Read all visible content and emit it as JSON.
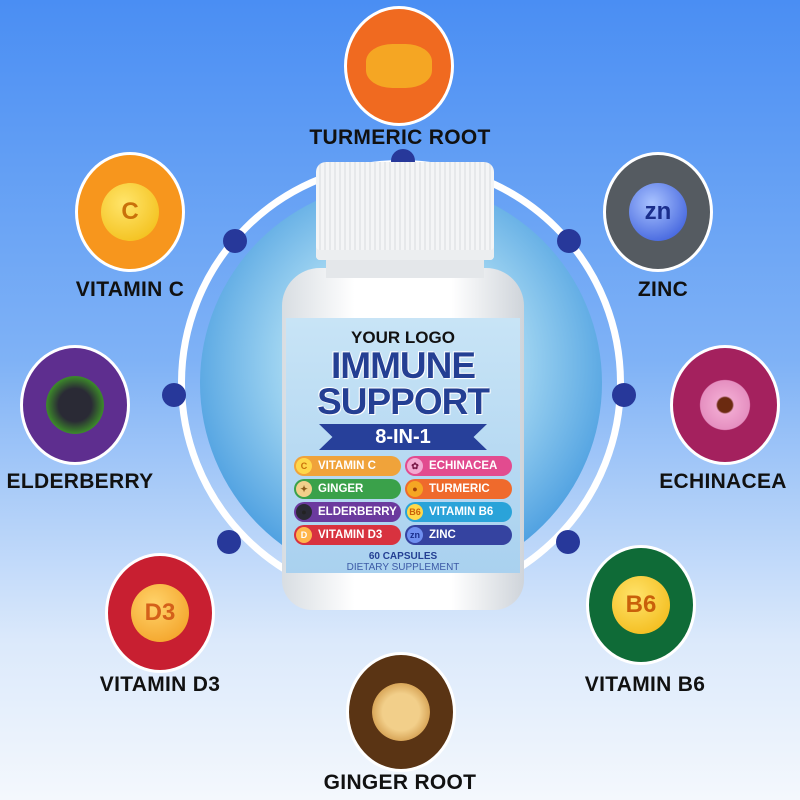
{
  "product": {
    "logo": "YOUR LOGO",
    "title_line1": "IMMUNE",
    "title_line2": "SUPPORT",
    "badge": "8-IN-1",
    "count": "60 CAPSULES",
    "subtitle": "DIETARY SUPPLEMENT",
    "label_items": [
      {
        "name": "VITAMIN C",
        "icon": "C",
        "color": "#f0a33a"
      },
      {
        "name": "ECHINACEA",
        "icon": "✿",
        "color": "#e24b8f"
      },
      {
        "name": "GINGER",
        "icon": "✦",
        "color": "#3aa14a"
      },
      {
        "name": "TURMERIC",
        "icon": "●",
        "color": "#ef6a2c"
      },
      {
        "name": "ELDERBERRY",
        "icon": "●",
        "color": "#6b3a9e"
      },
      {
        "name": "VITAMIN B6",
        "icon": "B6",
        "color": "#2aa3d9"
      },
      {
        "name": "VITAMIN D3",
        "icon": "D",
        "color": "#d8323f"
      },
      {
        "name": "ZINC",
        "icon": "zn",
        "color": "#3543a0"
      }
    ]
  },
  "ingredients": [
    {
      "name": "TURMERIC ROOT",
      "bg": "#f06a20",
      "icon": "turmeric-icon"
    },
    {
      "name": "VITAMIN C",
      "bg": "#f7961d",
      "icon": "vitamin-c-icon"
    },
    {
      "name": "ZINC",
      "bg": "#555b61",
      "icon": "zinc-icon"
    },
    {
      "name": "ELDERBERRY",
      "bg": "#5e2e8f",
      "icon": "elderberry-icon"
    },
    {
      "name": "ECHINACEA",
      "bg": "#a4215e",
      "icon": "echinacea-icon"
    },
    {
      "name": "VITAMIN D3",
      "bg": "#c81f31",
      "icon": "vitamin-d3-icon"
    },
    {
      "name": "VITAMIN B6",
      "bg": "#0f6b37",
      "icon": "vitamin-b6-icon"
    },
    {
      "name": "GINGER ROOT",
      "bg": "#5a3414",
      "icon": "ginger-icon"
    }
  ],
  "glyphs": {
    "c": "C",
    "zn": "zn",
    "d3": "D3",
    "b6": "B6"
  }
}
